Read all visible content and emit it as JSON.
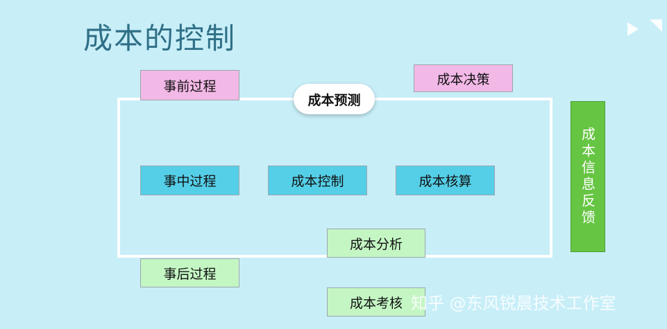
{
  "title": "成本的控制",
  "top_left_box": "事前过程",
  "top_right_box": "成本决策",
  "pill_label": "成本预测",
  "middle_boxes": [
    "事中过程",
    "成本控制",
    "成本核算"
  ],
  "analysis_box": "成本分析",
  "after_box": "事后过程",
  "assessment_box": "成本考核",
  "feedback_bar": "成本信息反馈",
  "watermark": "知乎 @东风锐晨技术工作室",
  "colors": {
    "background": "#c8eef8",
    "title": "#2e6f86",
    "pink": "#f2b8e6",
    "blue": "#55cfe8",
    "green_light": "#c4f6c4",
    "green_bar": "#66c543"
  },
  "icons": [
    "play-next-icon"
  ]
}
